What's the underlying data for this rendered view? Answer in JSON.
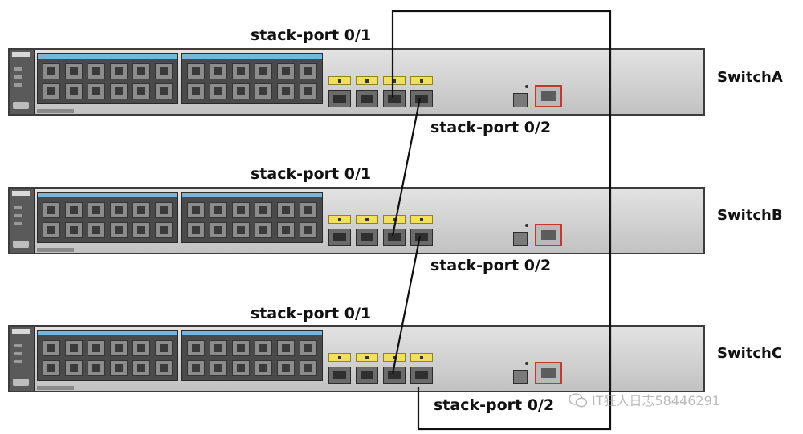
{
  "switches": [
    {
      "name": "SwitchA",
      "port_top_label": "stack-port 0/1",
      "port_bottom_label": "stack-port 0/2"
    },
    {
      "name": "SwitchB",
      "port_top_label": "stack-port 0/1",
      "port_bottom_label": "stack-port 0/2"
    },
    {
      "name": "SwitchC",
      "port_top_label": "stack-port 0/1",
      "port_bottom_label": "stack-port 0/2"
    }
  ],
  "watermark": "IT狂人日志58446291",
  "icons": {
    "watermark": "wechat-icon"
  },
  "colors": {
    "port_strip": "#76b7d9",
    "sfp_tab": "#f1e05a",
    "cable": "#111111",
    "mgmt_port_border": "#c0392b"
  }
}
